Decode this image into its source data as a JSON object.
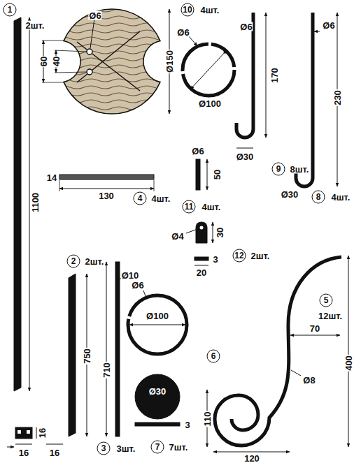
{
  "diagram": {
    "labels": [
      "1",
      "2шт.",
      "1100",
      "16",
      "16",
      "16",
      "2",
      "2шт.",
      "750",
      "Ø10",
      "710",
      "3",
      "3шт.",
      "Ø6",
      "60",
      "40",
      "Ø150",
      "130",
      "14",
      "4",
      "4шт.",
      "Ø6",
      "50",
      "11",
      "4шт.",
      "10",
      "4шт.",
      "Ø6",
      "Ø100",
      "Ø6",
      "170",
      "Ø30",
      "9",
      "8шт.",
      "Ø6",
      "230",
      "Ø30",
      "8",
      "4шт.",
      "Ø4",
      "30",
      "12",
      "2шт.",
      "20",
      "3",
      "5",
      "12шт.",
      "70",
      "400",
      "Ø8",
      "110",
      "120",
      "Ø6",
      "Ø100",
      "6",
      "Ø30",
      "7",
      "7шт.",
      "3"
    ]
  }
}
